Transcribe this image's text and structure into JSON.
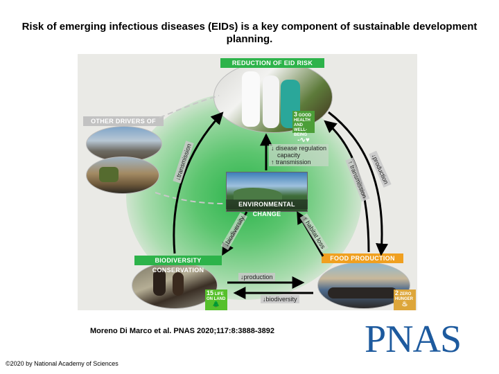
{
  "title": "Risk of emerging infectious diseases (EIDs) is a key component of sustainable development planning.",
  "nodes": {
    "eid": "REDUCTION OF EID RISK",
    "other": "OTHER DRIVERS OF CHANGE",
    "env": "ENVIRONMENTAL CHANGE",
    "bio": "BIODIVERSITY CONSERVATION",
    "food": "FOOD PRODUCTION"
  },
  "sdg": {
    "health": {
      "number": "3",
      "text": "GOOD HEALTH AND WELL-BEING",
      "color": "#4c9f38",
      "symbol": "-∿♥"
    },
    "land": {
      "number": "15",
      "text": "LIFE ON LAND",
      "color": "#56c02b",
      "symbol": "🌲"
    },
    "hunger": {
      "number": "2",
      "text": "ZERO HUNGER",
      "color": "#dda63a",
      "symbol": "♨"
    }
  },
  "labels": {
    "env_to_eid_1": "↓ disease regulation",
    "env_to_eid_2": "capacity",
    "env_to_eid_3": "↑ transmission",
    "bio_to_eid": "↓transmission",
    "food_to_eid": "↑ transmission",
    "eid_to_food": "↓production",
    "env_to_bio": "↓biodiversity",
    "food_to_env": "↑ habitat loss",
    "bio_to_food": "↓production",
    "food_to_bio": "↓biodiversity"
  },
  "citation": "Moreno Di Marco et al. PNAS 2020;117:8:3888-3892",
  "publisher": "PNAS",
  "copyright": "©2020 by National Academy of Sciences",
  "colors": {
    "banner_green": "#2db34a",
    "banner_orange": "#f0a020",
    "logo_blue": "#1d5a9e"
  }
}
